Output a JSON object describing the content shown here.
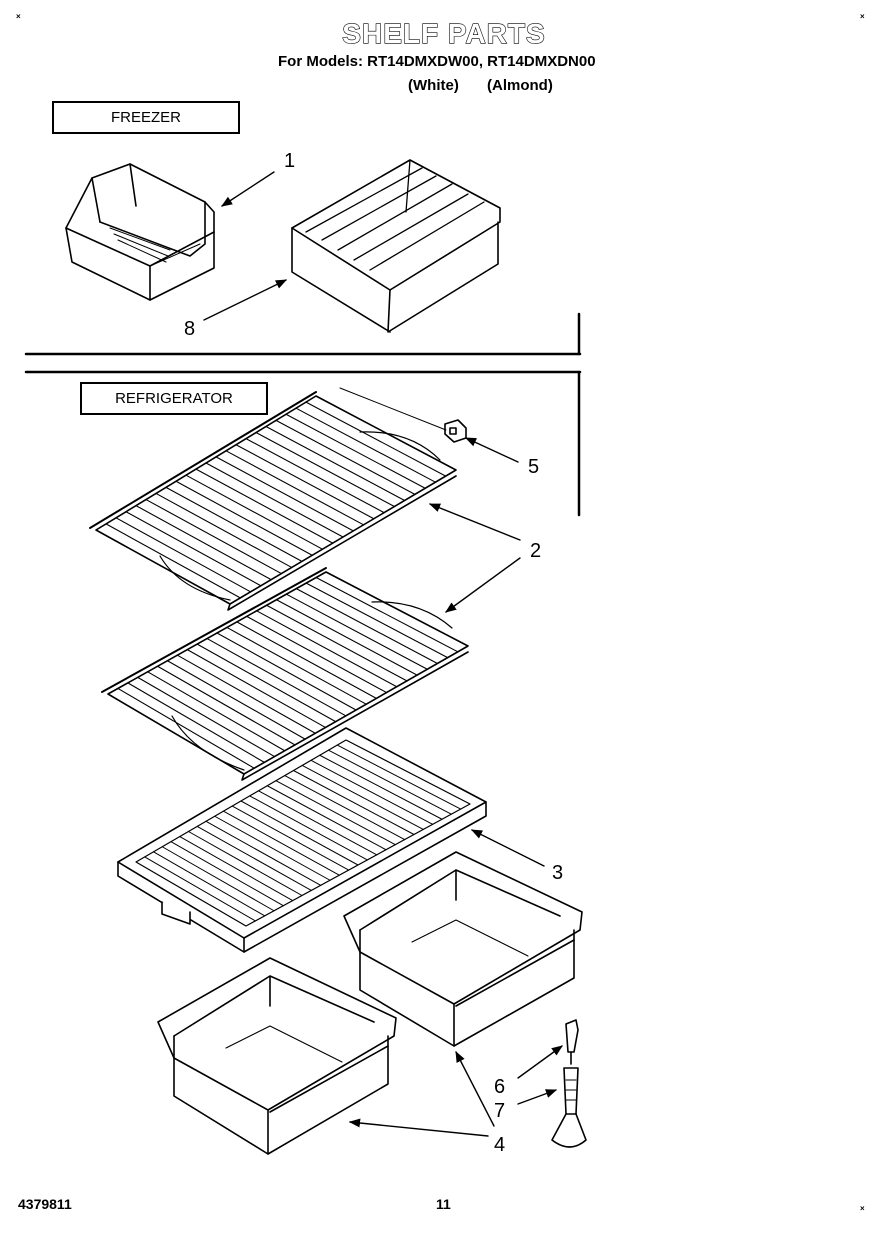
{
  "title": "SHELF PARTS",
  "models_line": "For Models: RT14DMXDW00, RT14DMXDN00",
  "variants": [
    "(White)",
    "(Almond)"
  ],
  "sections": {
    "freezer": "FREEZER",
    "refrigerator": "REFRIGERATOR"
  },
  "callouts": {
    "c1": "1",
    "c2": "2",
    "c3": "3",
    "c4": "4",
    "c5": "5",
    "c6": "6",
    "c7": "7",
    "c8": "8"
  },
  "footer": {
    "doc_number": "4379811",
    "page_number": "11"
  },
  "corner_mark": "×"
}
